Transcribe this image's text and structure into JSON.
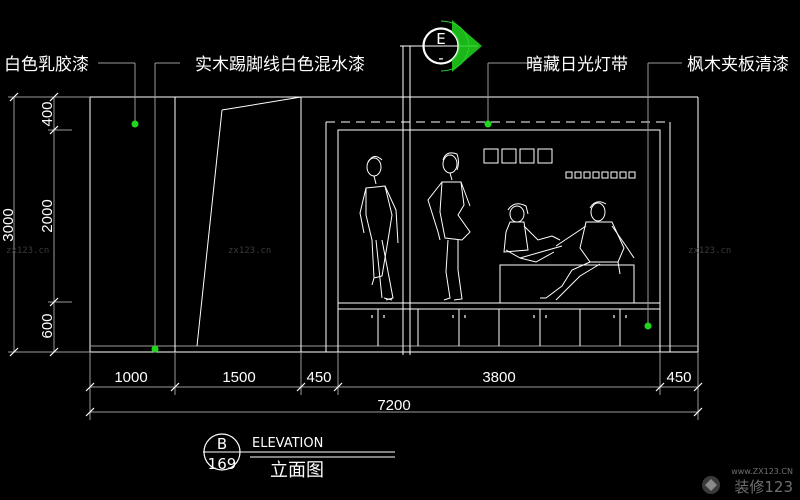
{
  "callouts": {
    "white_latex_paint": "白色乳胶漆",
    "solid_wood_skirting": "实木踢脚线白色混水漆",
    "hidden_daylight_strip": "暗藏日光灯带",
    "maple_plywood_clear_lacquer": "枫木夹板清漆"
  },
  "section_marker": {
    "letter": "E",
    "sub": "-"
  },
  "vertical_dims": {
    "total": "3000",
    "top": "400",
    "mid": "2000",
    "bottom": "600"
  },
  "horizontal_dims": {
    "seg1": "1000",
    "seg2": "1500",
    "seg3": "450",
    "seg4": "3800",
    "seg5": "450",
    "total": "7200"
  },
  "title_block": {
    "letter": "B",
    "number": "169",
    "title_en": "ELEVATION",
    "title_cn": "立面图"
  },
  "watermarks": {
    "left": "zx123.cn",
    "center": "zx123.cn",
    "right": "zx123.cn",
    "bottom_small": "www.ZX123.CN",
    "logo": "装修123"
  },
  "colors": {
    "background": "#000000",
    "lines": "#ffffff",
    "accent": "#21d61f"
  }
}
